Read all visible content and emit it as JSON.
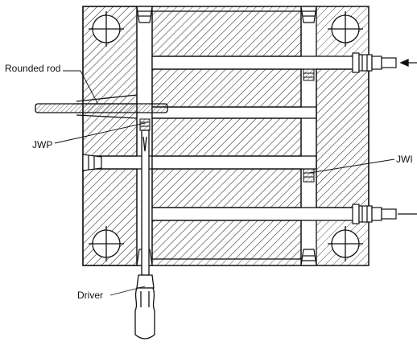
{
  "labels": {
    "rounded_rod": "Rounded rod",
    "jwp": "JWP",
    "jwi": "JWI",
    "driver": "Driver"
  },
  "colors": {
    "line": "#111111",
    "hatch": "#444444",
    "background": "#ffffff"
  },
  "icons": {
    "flow_arrow": "arrow-left-icon",
    "fitting": "hose-fitting-icon",
    "bolt_hole": "circle-crosshair-icon",
    "plug": "sealing-plug-icon"
  }
}
